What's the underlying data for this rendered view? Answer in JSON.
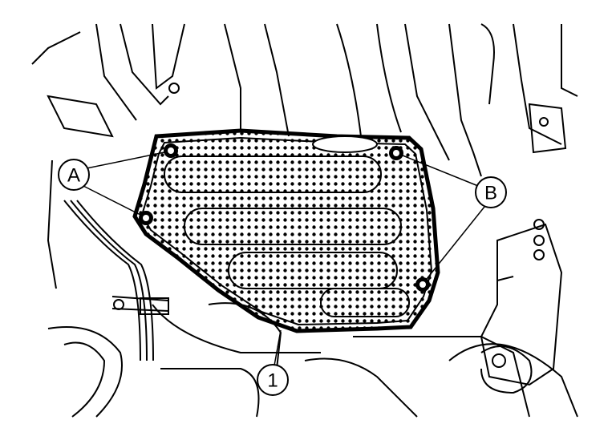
{
  "figure": {
    "callouts": {
      "a": "A",
      "b": "B",
      "one": "1"
    },
    "colors": {
      "line": "#000000",
      "background": "#ffffff"
    }
  }
}
